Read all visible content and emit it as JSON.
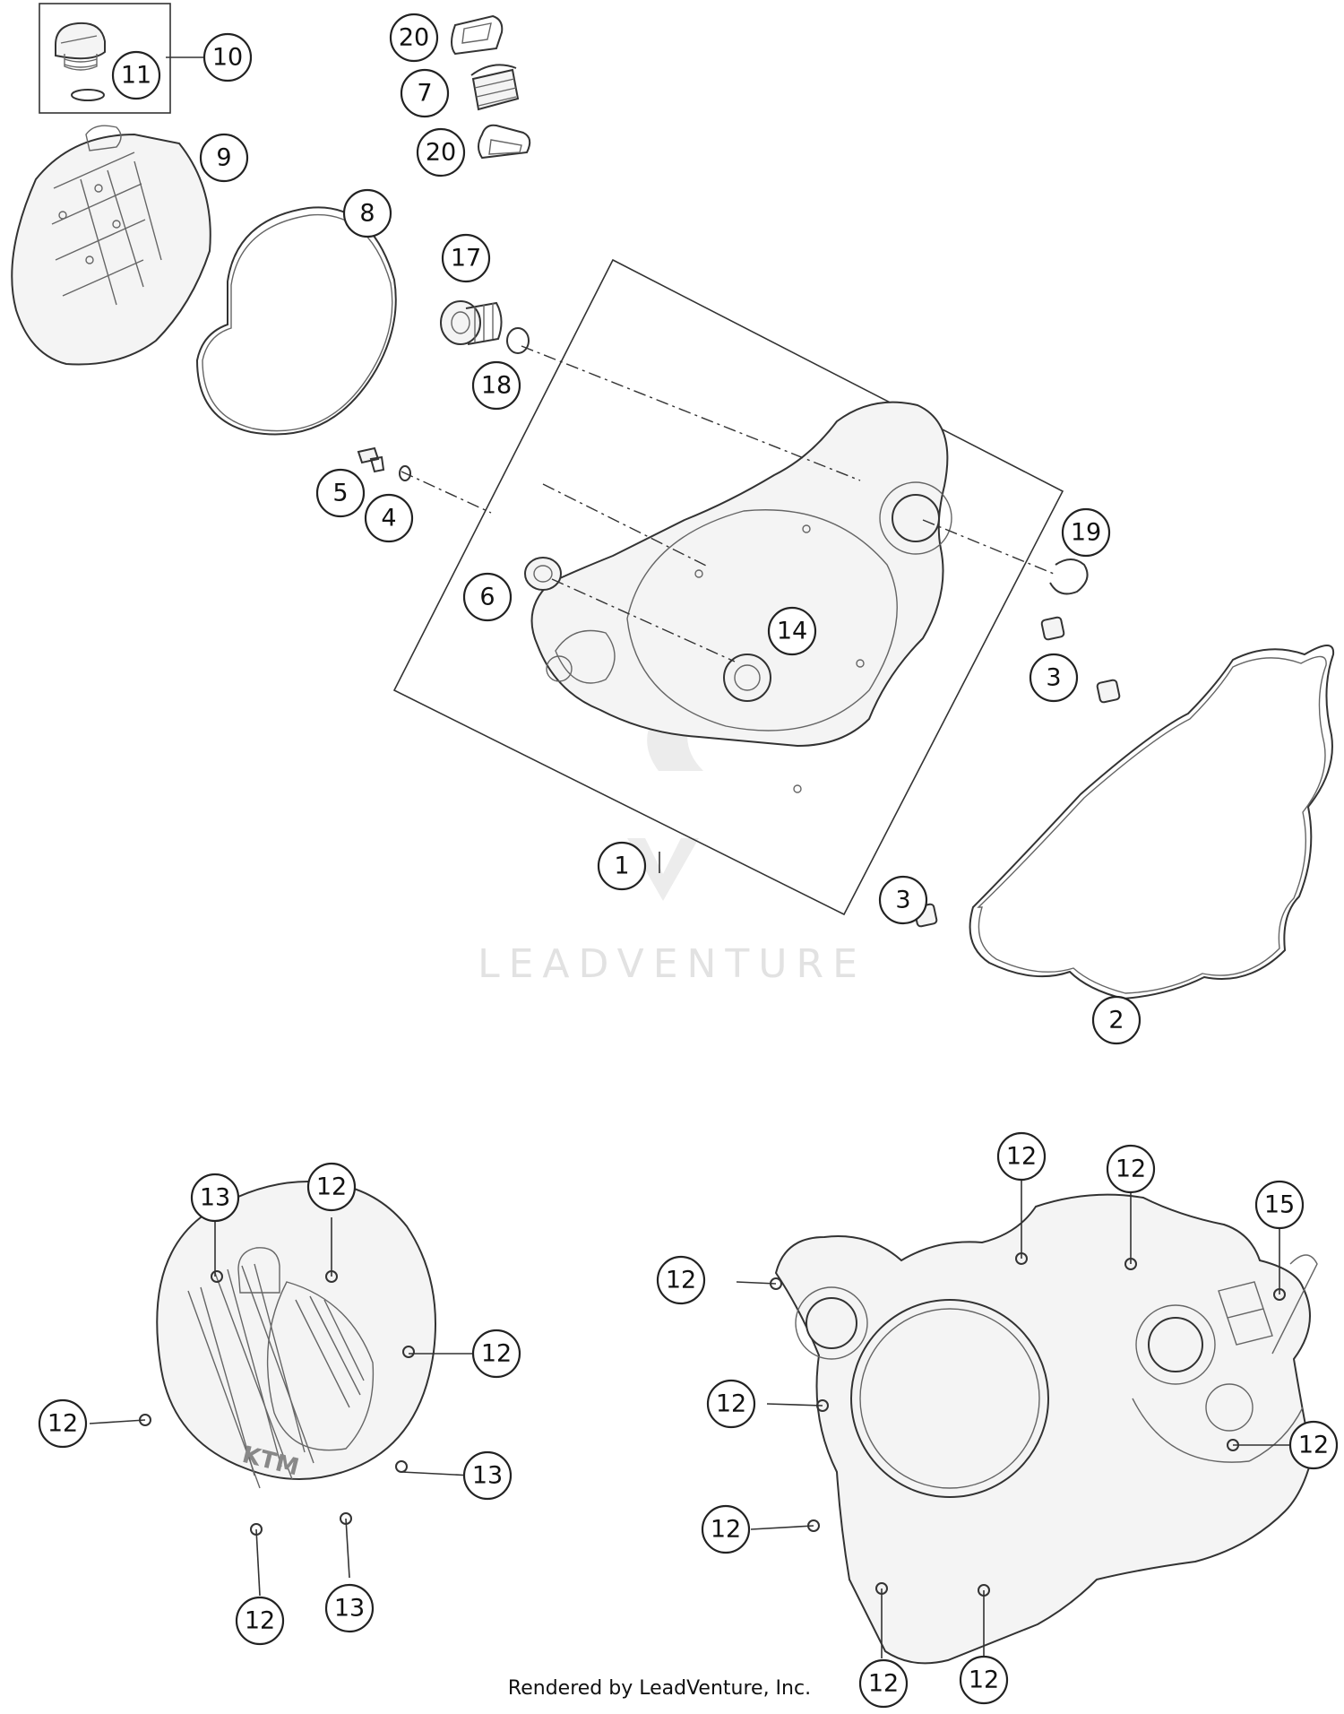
{
  "watermark": "LEADVENTURE",
  "credit": "Rendered by LeadVenture, Inc.",
  "cover_logo": "KTM",
  "callouts": [
    "20",
    "7",
    "20",
    "10",
    "11",
    "9",
    "8",
    "17",
    "18",
    "5",
    "4",
    "6",
    "14",
    "19",
    "3",
    "3",
    "1",
    "2",
    "13",
    "12",
    "12",
    "12",
    "13",
    "12",
    "13",
    "12",
    "12",
    "12",
    "15",
    "12",
    "12",
    "12",
    "12",
    "12"
  ]
}
